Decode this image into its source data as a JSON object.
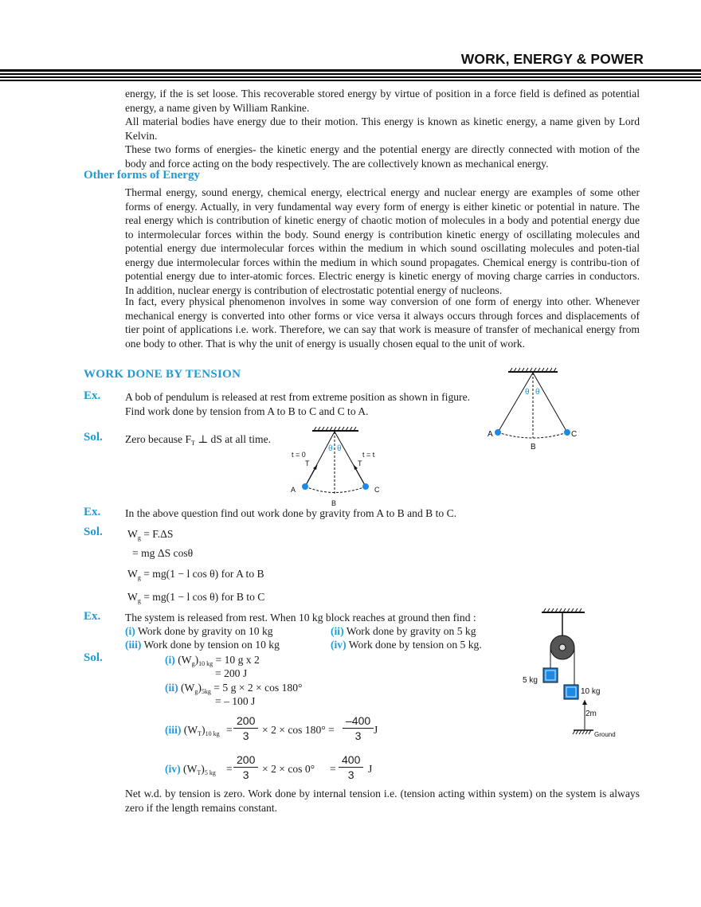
{
  "header": {
    "title": "WORK, ENERGY & POWER"
  },
  "intro": {
    "p1": "energy, if the is set loose. This recoverable  stored energy by virtue of position in a force field is defined as potential energy, a name given by William Rankine.",
    "p2": "All material bodies have energy due to their motion. This energy is known as kinetic energy, a name given by Lord Kelvin.",
    "p3": "These two forms of energies- the kinetic energy and the potential energy are directly connected with motion of the body and force acting on the body respectively. The are collectively known as mechanical energy."
  },
  "other_forms": {
    "heading": "Other forms of Energy",
    "p1": "Thermal energy, sound energy, chemical energy, electrical energy and nuclear energy are examples of some other forms of energy. Actually, in very fundamental way every form of energy is either kinetic or potential in nature. The real energy which is contribution of kinetic energy of chaotic motion of molecules in a body and potential energy due to intermolecular forces within the body. Sound energy is contribution kinetic energy of oscillating molecules and potential energy due intermolecular forces within the medium in which sound oscillating molecules and poten-tial energy due intermolecular forces within the medium in which sound propagates. Chemical energy is contribu-tion of potential energy due to inter-atomic forces. Electric energy is kinetic energy of moving charge carries in conductors. In addition, nuclear energy is contribution of electrostatic potential energy of nucleons.",
    "p2": "In fact, every physical phenomenon involves in some way conversion of one form of energy into other. Whenever mechanical energy is converted into other forms or vice versa it always occurs through forces and displacements of tier point of applications i.e. work. Therefore, we can say that work is measure of transfer of mechanical energy from one body to other. That is why the unit of energy is usually chosen equal to the unit of work."
  },
  "tension_section": {
    "heading": "WORK DONE BY TENSION",
    "ex_label": "Ex.",
    "sol_label": "Sol.",
    "ex1_line1": "A bob of pendulum is released at rest from extreme position as shown in figure.",
    "ex1_line2": "Find work done by tension from A to B to C and C to A.",
    "sol1_a": "Zero because F",
    "sol1_sub": "T",
    "sol1_b": " ⊥ dS at all time.",
    "ex2": "In the above question find out work done by gravity from A to B and B to C.",
    "sol2_l1_a": "W",
    "sol2_l1_sub": "g",
    "sol2_l1_b": " = F.ΔS",
    "sol2_l2": "=  mg  ΔS  cosθ",
    "sol2_l3_a": "W",
    "sol2_l3_sub": "g",
    "sol2_l3_b": " = mg(1 − l cos θ)   for A to B",
    "sol2_l4_a": "W",
    "sol2_l4_sub": "g",
    "sol2_l4_b": " = mg(1 − l cos θ)   for B to C"
  },
  "pendulum_diagram": {
    "theta": "θ",
    "label_a": "A",
    "label_b": "B",
    "label_c": "C",
    "t0": "t = 0",
    "tt": "t = t",
    "tension": "T",
    "bob_color": "#1e88e5",
    "accent": "#1f9ad6"
  },
  "ex3": {
    "statement": "The system is released from rest. When 10 kg block reaches at ground then find :",
    "i_label": "(i)",
    "i_text": "Work done by gravity on 10 kg",
    "ii_label": "(ii)",
    "ii_text": "Work done by gravity on 5 kg",
    "iii_label": "(iii)",
    "iii_text": "Work done by tension on 10 kg",
    "iv_label": "(iv)",
    "iv_text": "Work done by tension on 5 kg.",
    "s_i_label": "(i)",
    "s_i_a": "(W",
    "s_i_sub": "g",
    "s_i_b": ")",
    "s_i_sub2": "10 kg",
    "s_i_c": " = 10 g x 2",
    "s_i_line2": "= 200 J",
    "s_ii_label": "(ii)",
    "s_ii_a": "(W",
    "s_ii_sub": "g",
    "s_ii_b": ")",
    "s_ii_sub2": "5kg",
    "s_ii_c": " = 5 g × 2 × cos 180°",
    "s_ii_line2": "= – 100 J",
    "s_iii_label": "(iii)",
    "s_iii_a": "(W",
    "s_iii_sub": "T",
    "s_iii_b": ")",
    "s_iii_sub2": "10 kg",
    "s_iii_eq": "=",
    "s_iii_num": "200",
    "s_iii_den": "3",
    "s_iii_mid": "× 2 × cos 180°  =",
    "s_iii_num2": "–400",
    "s_iii_den2": "3",
    "s_iii_unit": "J",
    "s_iv_label": "(iv)",
    "s_iv_a": "(W",
    "s_iv_sub": "T",
    "s_iv_b": ")",
    "s_iv_sub2": "5 kg",
    "s_iv_eq": "=",
    "s_iv_num": "200",
    "s_iv_den": "3",
    "s_iv_mid": "× 2 × cos 0°",
    "s_iv_eq2": "=",
    "s_iv_num2": "400",
    "s_iv_den2": "3",
    "s_iv_unit": "J",
    "conclusion": "Net w.d. by tension is zero. Work done by internal tension i.e. (tension acting within system) on the system is always zero if the length remains constant."
  },
  "pulley_diagram": {
    "block_5": "5 kg",
    "block_10": "10 kg",
    "height": "2m",
    "ground": "Ground",
    "block_color": "#1e88e5"
  }
}
